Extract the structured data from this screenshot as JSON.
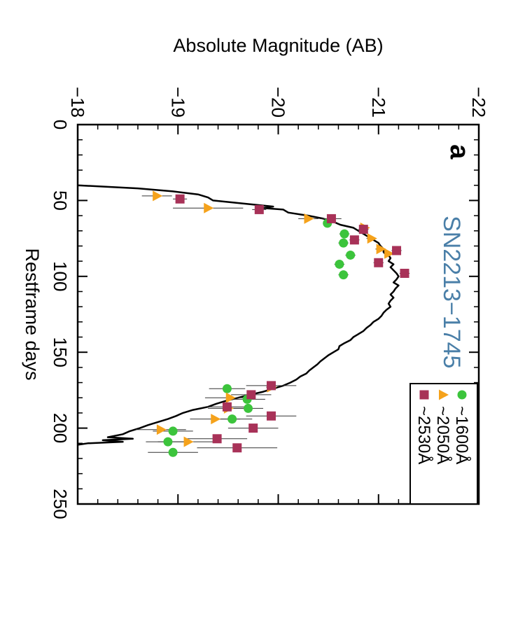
{
  "chart_data": {
    "type": "scatter",
    "panel_label": "a",
    "object_label": "SN2213−1745",
    "object_label_color": "#4a7fa8",
    "xlabel": "Restframe days",
    "ylabel": "Absolute Magnitude (AB)",
    "xlim": [
      0,
      250
    ],
    "ylim": [
      -18,
      -22
    ],
    "x_ticks": [
      0,
      50,
      100,
      150,
      200,
      250
    ],
    "x_tick_labels": [
      "0",
      "50",
      "100",
      "150",
      "200",
      "250"
    ],
    "y_ticks": [
      -18,
      -19,
      -20,
      -21,
      -22
    ],
    "y_tick_labels": [
      "−18",
      "−19",
      "−20",
      "−21",
      "−22"
    ],
    "grid": false,
    "legend_position": "top-right",
    "series": [
      {
        "name": "~1600Å",
        "marker": "circle",
        "color": "#3cc43c",
        "points": [
          {
            "x": 65,
            "y": -20.49,
            "err": 0.04
          },
          {
            "x": 72,
            "y": -20.66,
            "err": 0.05
          },
          {
            "x": 78,
            "y": -20.65,
            "err": 0.05
          },
          {
            "x": 86,
            "y": -20.72,
            "err": 0.05
          },
          {
            "x": 92,
            "y": -20.61,
            "err": 0.05
          },
          {
            "x": 99,
            "y": -20.65,
            "err": 0.05
          },
          {
            "x": 174,
            "y": -19.49,
            "err": 0.18
          },
          {
            "x": 181,
            "y": -19.69,
            "err": 0.18
          },
          {
            "x": 187,
            "y": -19.7,
            "err": 0.15
          },
          {
            "x": 194,
            "y": -19.54,
            "err": 0.2
          },
          {
            "x": 202,
            "y": -18.95,
            "err": 0.2
          },
          {
            "x": 209,
            "y": -18.9,
            "err": 0.22
          },
          {
            "x": 216,
            "y": -18.95,
            "err": 0.25
          }
        ]
      },
      {
        "name": "~2050Å",
        "marker": "triangle",
        "color": "#f5a21b",
        "points": [
          {
            "x": 47,
            "y": -18.79,
            "err": 0.15
          },
          {
            "x": 55,
            "y": -19.3,
            "err": 0.35
          },
          {
            "x": 62,
            "y": -20.3,
            "err": 0.1
          },
          {
            "x": 68,
            "y": -20.86,
            "err": 0.05
          },
          {
            "x": 75,
            "y": -20.93,
            "err": 0.05
          },
          {
            "x": 82,
            "y": -21.02,
            "err": 0.05
          },
          {
            "x": 85,
            "y": -21.1,
            "err": 0.05
          },
          {
            "x": 173,
            "y": -19.93,
            "err": 0.05
          },
          {
            "x": 180,
            "y": -19.52,
            "err": 0.25
          },
          {
            "x": 187,
            "y": -19.5,
            "err": 0.2
          },
          {
            "x": 194,
            "y": -19.37,
            "err": 0.25
          },
          {
            "x": 201,
            "y": -18.83,
            "err": 0.25
          },
          {
            "x": 209,
            "y": -19.1,
            "err": 0.3
          }
        ]
      },
      {
        "name": "~2530Å",
        "marker": "square",
        "color": "#a83258",
        "points": [
          {
            "x": 49,
            "y": -19.02,
            "err": 0.07
          },
          {
            "x": 56,
            "y": -19.81,
            "err": 0.07
          },
          {
            "x": 62,
            "y": -20.53,
            "err": 0.1
          },
          {
            "x": 69,
            "y": -20.85,
            "err": 0.05
          },
          {
            "x": 76,
            "y": -20.76,
            "err": 0.05
          },
          {
            "x": 83,
            "y": -21.18,
            "err": 0.05
          },
          {
            "x": 91,
            "y": -21.0,
            "err": 0.05
          },
          {
            "x": 98,
            "y": -21.26,
            "err": 0.05
          },
          {
            "x": 172,
            "y": -19.93,
            "err": 0.25
          },
          {
            "x": 178,
            "y": -19.73,
            "err": 0.2
          },
          {
            "x": 186,
            "y": -19.49,
            "err": 0.2
          },
          {
            "x": 192,
            "y": -19.93,
            "err": 0.25
          },
          {
            "x": 200,
            "y": -19.75,
            "err": 0.25
          },
          {
            "x": 207,
            "y": -19.39,
            "err": 0.3
          },
          {
            "x": 213,
            "y": -19.59,
            "err": 0.4
          }
        ]
      }
    ],
    "model_curve": [
      [
        40,
        -18.0
      ],
      [
        42,
        -18.6
      ],
      [
        44,
        -18.95
      ],
      [
        46,
        -19.2
      ],
      [
        48,
        -19.3
      ],
      [
        50,
        -19.35
      ],
      [
        52,
        -19.65
      ],
      [
        54,
        -19.95
      ],
      [
        55,
        -19.85
      ],
      [
        56,
        -20.05
      ],
      [
        58,
        -20.1
      ],
      [
        60,
        -20.3
      ],
      [
        62,
        -20.45
      ],
      [
        64,
        -20.55
      ],
      [
        66,
        -20.62
      ],
      [
        68,
        -20.75
      ],
      [
        70,
        -20.8
      ],
      [
        72,
        -20.85
      ],
      [
        74,
        -20.9
      ],
      [
        76,
        -20.95
      ],
      [
        78,
        -21.0
      ],
      [
        80,
        -21.02
      ],
      [
        82,
        -21.05
      ],
      [
        84,
        -21.05
      ],
      [
        86,
        -21.1
      ],
      [
        88,
        -21.12
      ],
      [
        90,
        -21.1
      ],
      [
        92,
        -21.15
      ],
      [
        94,
        -21.12
      ],
      [
        96,
        -21.15
      ],
      [
        98,
        -21.18
      ],
      [
        100,
        -21.2
      ],
      [
        102,
        -21.18
      ],
      [
        104,
        -21.15
      ],
      [
        106,
        -21.2
      ],
      [
        108,
        -21.17
      ],
      [
        110,
        -21.15
      ],
      [
        112,
        -21.12
      ],
      [
        114,
        -21.15
      ],
      [
        116,
        -21.12
      ],
      [
        118,
        -21.1
      ],
      [
        120,
        -21.12
      ],
      [
        122,
        -21.08
      ],
      [
        124,
        -21.05
      ],
      [
        126,
        -21.03
      ],
      [
        128,
        -21.0
      ],
      [
        130,
        -20.95
      ],
      [
        132,
        -20.92
      ],
      [
        134,
        -20.88
      ],
      [
        136,
        -20.85
      ],
      [
        138,
        -20.8
      ],
      [
        140,
        -20.75
      ],
      [
        142,
        -20.72
      ],
      [
        144,
        -20.66
      ],
      [
        146,
        -20.61
      ],
      [
        148,
        -20.6
      ],
      [
        150,
        -20.55
      ],
      [
        152,
        -20.5
      ],
      [
        154,
        -20.46
      ],
      [
        156,
        -20.42
      ],
      [
        158,
        -20.39
      ],
      [
        160,
        -20.35
      ],
      [
        162,
        -20.31
      ],
      [
        164,
        -20.28
      ],
      [
        166,
        -20.22
      ],
      [
        168,
        -20.18
      ],
      [
        170,
        -20.12
      ],
      [
        172,
        -20.05
      ],
      [
        174,
        -19.95
      ],
      [
        176,
        -19.85
      ],
      [
        178,
        -19.72
      ],
      [
        180,
        -19.6
      ],
      [
        182,
        -19.48
      ],
      [
        184,
        -19.38
      ],
      [
        186,
        -19.3
      ],
      [
        188,
        -19.15
      ],
      [
        190,
        -19.05
      ],
      [
        192,
        -18.98
      ],
      [
        194,
        -18.9
      ],
      [
        196,
        -18.8
      ],
      [
        198,
        -18.7
      ],
      [
        200,
        -18.62
      ],
      [
        202,
        -18.52
      ],
      [
        204,
        -18.45
      ],
      [
        206,
        -18.3
      ],
      [
        207,
        -18.55
      ],
      [
        208,
        -18.25
      ],
      [
        209,
        -18.45
      ],
      [
        210,
        -18.1
      ],
      [
        211,
        -18.0
      ]
    ]
  }
}
